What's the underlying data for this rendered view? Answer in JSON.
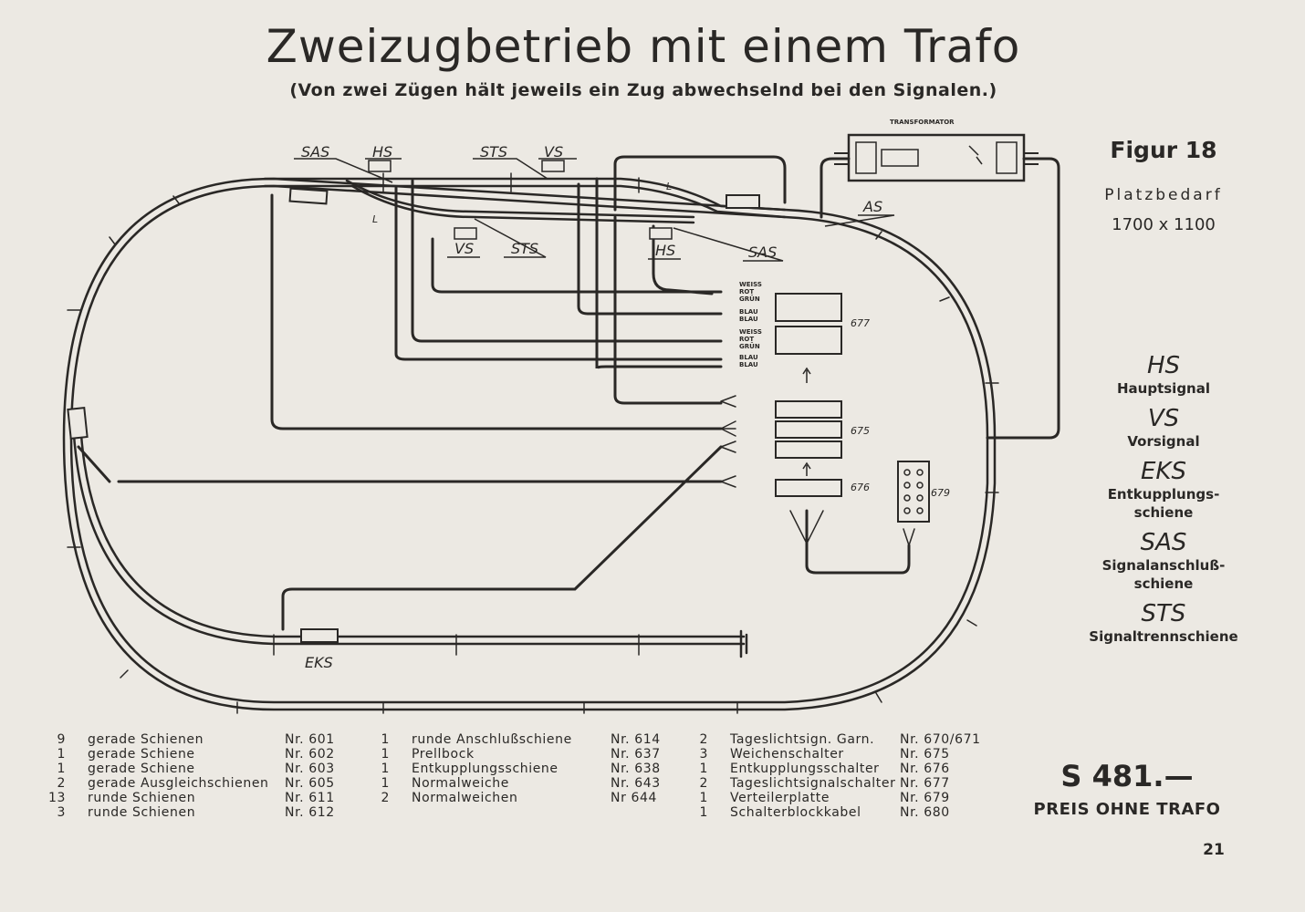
{
  "title": "Zweizugbetrieb mit einem Trafo",
  "subtitle": "(Von zwei Zügen hält jeweils ein Zug abwechselnd bei den Signalen.)",
  "figure": "Figur 18",
  "space_label": "Platzbedarf",
  "space_value": "1700 x 1100",
  "diagram_labels": {
    "transformator": "TRANSFORMATOR",
    "sas1": "SAS",
    "hs1": "HS",
    "sts1": "STS",
    "vs1": "VS",
    "vs2": "VS",
    "sts2": "STS",
    "hs2": "HS",
    "sas2": "SAS",
    "as": "AS",
    "eks": "EKS",
    "l1": "L",
    "l2": "L",
    "n677": "677",
    "n675": "675",
    "n676": "676",
    "n679": "679",
    "weiss": "WEISS",
    "rot": "ROT",
    "gruen": "GRÜN",
    "blau": "BLAU"
  },
  "legend": [
    {
      "abbr": "HS",
      "desc": [
        "Hauptsignal"
      ]
    },
    {
      "abbr": "VS",
      "desc": [
        "Vorsignal"
      ]
    },
    {
      "abbr": "EKS",
      "desc": [
        "Entkupplungs-",
        "schiene"
      ]
    },
    {
      "abbr": "SAS",
      "desc": [
        "Signalanschluß-",
        "schiene"
      ]
    },
    {
      "abbr": "STS",
      "desc": [
        "Signaltrennschiene"
      ]
    }
  ],
  "parts_columns": [
    [
      {
        "qty": "9",
        "name": "gerade Schienen",
        "nr": "Nr. 601"
      },
      {
        "qty": "1",
        "name": "gerade Schiene",
        "nr": "Nr. 602"
      },
      {
        "qty": "1",
        "name": "gerade Schiene",
        "nr": "Nr. 603"
      },
      {
        "qty": "2",
        "name": "gerade Ausgleichschienen",
        "nr": "Nr. 605"
      },
      {
        "qty": "13",
        "name": "runde Schienen",
        "nr": "Nr. 611"
      },
      {
        "qty": "3",
        "name": "runde Schienen",
        "nr": "Nr. 612"
      }
    ],
    [
      {
        "qty": "1",
        "name": "runde Anschlußschiene",
        "nr": "Nr. 614"
      },
      {
        "qty": "1",
        "name": "Prellbock",
        "nr": "Nr. 637"
      },
      {
        "qty": "1",
        "name": "Entkupplungsschiene",
        "nr": "Nr. 638"
      },
      {
        "qty": "1",
        "name": "Normalweiche",
        "nr": "Nr. 643"
      },
      {
        "qty": "2",
        "name": "Normalweichen",
        "nr": "Nr 644"
      }
    ],
    [
      {
        "qty": "2",
        "name": "Tageslichtsign. Garn.",
        "nr": "Nr. 670/671"
      },
      {
        "qty": "3",
        "name": "Weichenschalter",
        "nr": "Nr. 675"
      },
      {
        "qty": "1",
        "name": "Entkupplungsschalter",
        "nr": "Nr. 676"
      },
      {
        "qty": "2",
        "name": "Tageslichtsignalschalter",
        "nr": "Nr. 677"
      },
      {
        "qty": "1",
        "name": "Verteilerplatte",
        "nr": "Nr. 679"
      },
      {
        "qty": "1",
        "name": "Schalterblockkabel",
        "nr": "Nr. 680"
      }
    ]
  ],
  "price": "S 481.—",
  "price_note": "PREIS OHNE TRAFO",
  "page_number": "21"
}
